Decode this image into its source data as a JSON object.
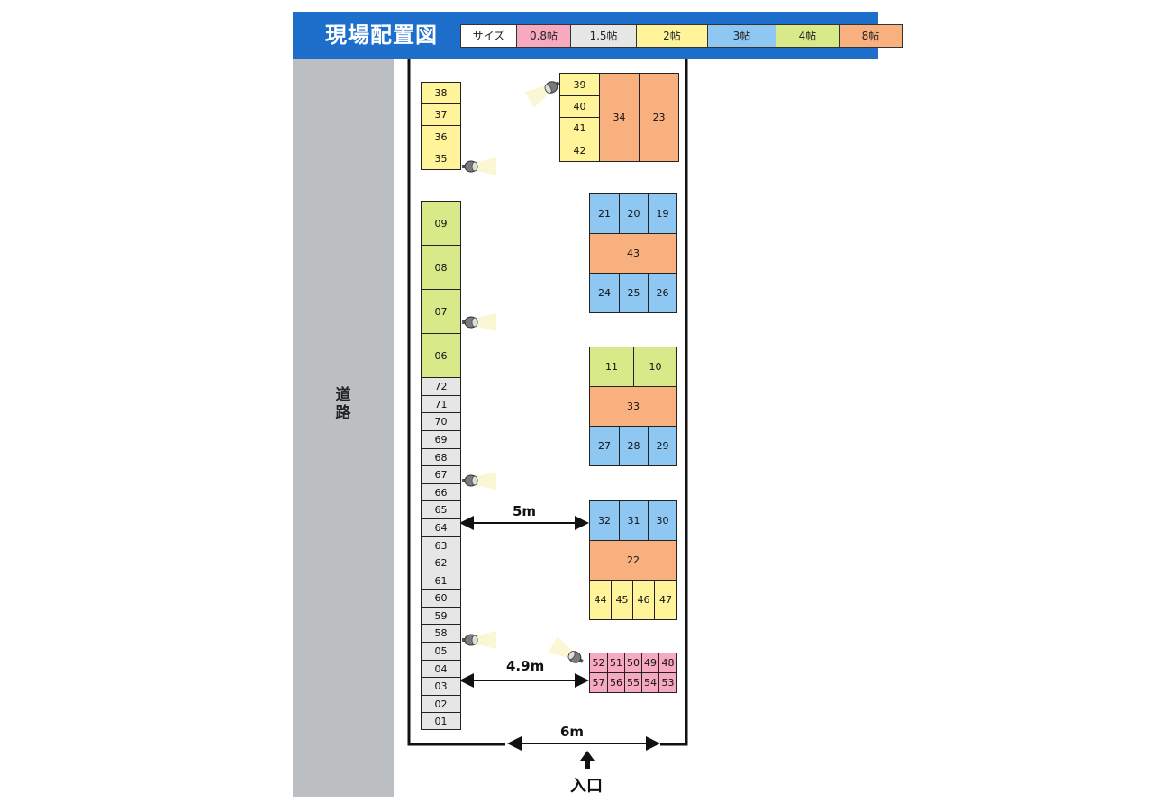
{
  "header": {
    "title": "現場配置図",
    "legend": [
      {
        "label": "サイズ",
        "color": "#ffffff"
      },
      {
        "label": "0.8帖",
        "color": "#f6a9bf"
      },
      {
        "label": "1.5帖",
        "color": "#e6e6e6"
      },
      {
        "label": "2帖",
        "color": "#fff49a"
      },
      {
        "label": "3帖",
        "color": "#8ec7f2"
      },
      {
        "label": "4帖",
        "color": "#d8e98a"
      },
      {
        "label": "8帖",
        "color": "#f9b07f"
      }
    ]
  },
  "road": {
    "label": "道路"
  },
  "dimensions": {
    "aisle_upper": "5m",
    "aisle_lower": "4.9m",
    "entrance_width": "6m"
  },
  "entrance": {
    "label": "入口"
  },
  "colors": {
    "s08": "#f6a9bf",
    "s15": "#e6e6e6",
    "s2": "#fff49a",
    "s3": "#8ec7f2",
    "s4": "#d8e98a",
    "s8": "#f9b07f"
  },
  "units": [
    {
      "no": "38",
      "size": "s2"
    },
    {
      "no": "37",
      "size": "s2"
    },
    {
      "no": "36",
      "size": "s2"
    },
    {
      "no": "35",
      "size": "s2"
    },
    {
      "no": "39",
      "size": "s2"
    },
    {
      "no": "40",
      "size": "s2"
    },
    {
      "no": "41",
      "size": "s2"
    },
    {
      "no": "42",
      "size": "s2"
    },
    {
      "no": "34",
      "size": "s8"
    },
    {
      "no": "23",
      "size": "s8"
    },
    {
      "no": "09",
      "size": "s4"
    },
    {
      "no": "08",
      "size": "s4"
    },
    {
      "no": "07",
      "size": "s4"
    },
    {
      "no": "06",
      "size": "s4"
    },
    {
      "no": "72",
      "size": "s15"
    },
    {
      "no": "71",
      "size": "s15"
    },
    {
      "no": "70",
      "size": "s15"
    },
    {
      "no": "69",
      "size": "s15"
    },
    {
      "no": "68",
      "size": "s15"
    },
    {
      "no": "67",
      "size": "s15"
    },
    {
      "no": "66",
      "size": "s15"
    },
    {
      "no": "65",
      "size": "s15"
    },
    {
      "no": "64",
      "size": "s15"
    },
    {
      "no": "63",
      "size": "s15"
    },
    {
      "no": "62",
      "size": "s15"
    },
    {
      "no": "61",
      "size": "s15"
    },
    {
      "no": "60",
      "size": "s15"
    },
    {
      "no": "59",
      "size": "s15"
    },
    {
      "no": "58",
      "size": "s15"
    },
    {
      "no": "05",
      "size": "s15"
    },
    {
      "no": "04",
      "size": "s15"
    },
    {
      "no": "03",
      "size": "s15"
    },
    {
      "no": "02",
      "size": "s15"
    },
    {
      "no": "01",
      "size": "s15"
    },
    {
      "no": "21",
      "size": "s3"
    },
    {
      "no": "20",
      "size": "s3"
    },
    {
      "no": "19",
      "size": "s3"
    },
    {
      "no": "43",
      "size": "s8"
    },
    {
      "no": "24",
      "size": "s3"
    },
    {
      "no": "25",
      "size": "s3"
    },
    {
      "no": "26",
      "size": "s3"
    },
    {
      "no": "11",
      "size": "s4"
    },
    {
      "no": "10",
      "size": "s4"
    },
    {
      "no": "33",
      "size": "s8"
    },
    {
      "no": "27",
      "size": "s3"
    },
    {
      "no": "28",
      "size": "s3"
    },
    {
      "no": "29",
      "size": "s3"
    },
    {
      "no": "32",
      "size": "s3"
    },
    {
      "no": "31",
      "size": "s3"
    },
    {
      "no": "30",
      "size": "s3"
    },
    {
      "no": "22",
      "size": "s8"
    },
    {
      "no": "44",
      "size": "s2"
    },
    {
      "no": "45",
      "size": "s2"
    },
    {
      "no": "46",
      "size": "s2"
    },
    {
      "no": "47",
      "size": "s2"
    },
    {
      "no": "52",
      "size": "s08"
    },
    {
      "no": "51",
      "size": "s08"
    },
    {
      "no": "50",
      "size": "s08"
    },
    {
      "no": "49",
      "size": "s08"
    },
    {
      "no": "48",
      "size": "s08"
    },
    {
      "no": "57",
      "size": "s08"
    },
    {
      "no": "56",
      "size": "s08"
    },
    {
      "no": "55",
      "size": "s08"
    },
    {
      "no": "54",
      "size": "s08"
    },
    {
      "no": "53",
      "size": "s08"
    }
  ]
}
